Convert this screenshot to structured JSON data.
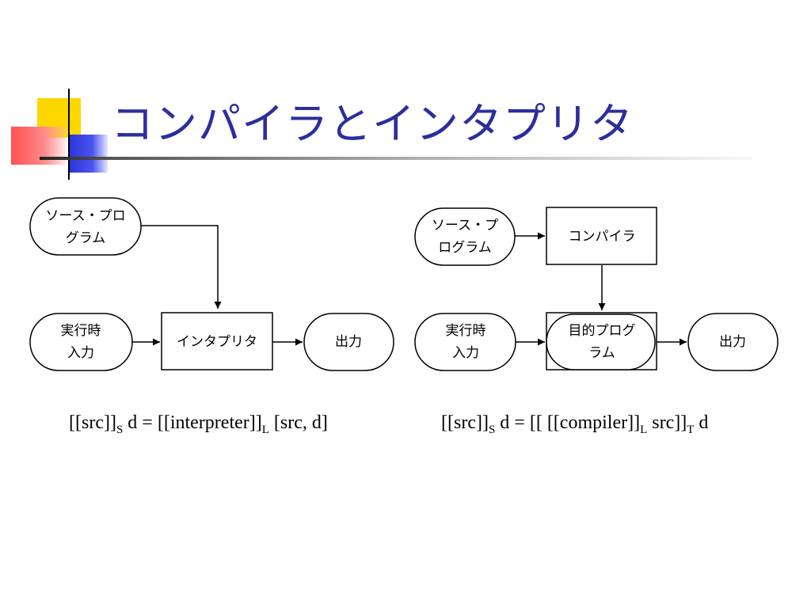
{
  "title": "コンパイラとインタプリタ",
  "interpreter_diagram": {
    "source_program": [
      "ソース・プロ",
      "グラム"
    ],
    "runtime_input": [
      "実行時",
      "入力"
    ],
    "interpreter": "インタプリタ",
    "output": "出力"
  },
  "compiler_diagram": {
    "source_program": [
      "ソース・プ",
      "ログラム"
    ],
    "compiler": "コンパイラ",
    "runtime_input": [
      "実行時",
      "入力"
    ],
    "target_program": [
      "目的プログ",
      "ラム"
    ],
    "output": "出力"
  },
  "formulas": {
    "interpreter": {
      "p1": "[[src]]",
      "s1": "S",
      "p2": " d = [[interpreter]]",
      "s2": "L",
      "p3": " [src, d]"
    },
    "compiler": {
      "p1": "[[src]]",
      "s1": "S",
      "p2": " d = [[ [[compiler]]",
      "s2": "L",
      "p3": " src]]",
      "s3": "T",
      "p4": " d"
    }
  }
}
